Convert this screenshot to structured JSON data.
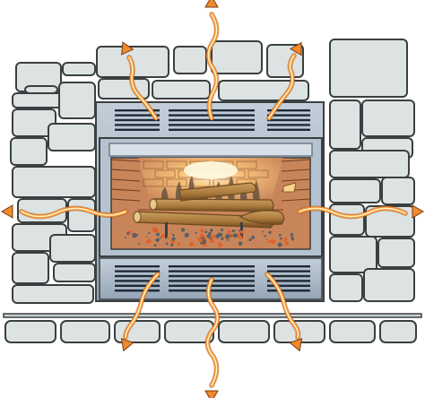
{
  "colors": {
    "background": "#ffffff",
    "stone_fill": "#dde3e3",
    "stone_outline": "#3a3f40",
    "mortar": "#ffffff",
    "grill_frame": "#a9b8c6",
    "grill_shade": "#8596a8",
    "vent_slot": "#1e2a36",
    "firebox_brick": "#c9855a",
    "firebox_back": "#d9a06f",
    "log": "#a8783a",
    "log_dark": "#6e4a1f",
    "ember": "#e0612a",
    "heat_arrow": "#f08a2e",
    "heat_arrow_glow": "#fff3c0"
  },
  "heat_flow": {
    "directions": [
      "up",
      "up-left",
      "up-right",
      "left",
      "right",
      "down",
      "down-left",
      "down-right"
    ]
  },
  "parts": {
    "wall": "stone-wall",
    "insert": "fireplace-insert",
    "hearth": "stone-hearth"
  }
}
